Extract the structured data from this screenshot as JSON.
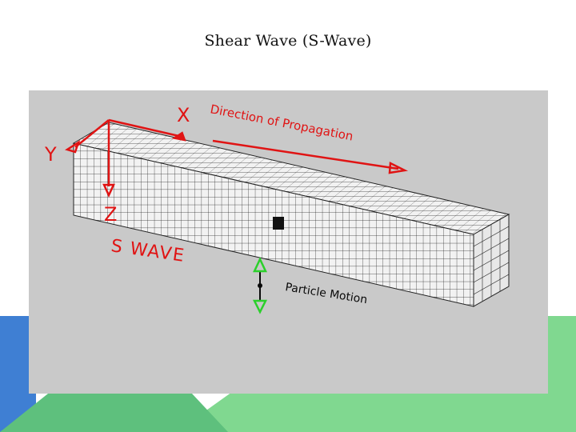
{
  "slide": {
    "title": "Shear Wave (S-Wave)",
    "colors": {
      "blue_accent": "#3f7fd3",
      "green_accent": "#5ec07d",
      "light_green_accent": "#80d890",
      "panel_background": "#c9c9c9"
    }
  },
  "diagram": {
    "axes": {
      "x": "X",
      "y": "Y",
      "z": "Z"
    },
    "direction_label": "Direction of Propagation",
    "wave_label": "S WAVE",
    "motion_label": "Particle Motion",
    "colors": {
      "axis": "#e01414",
      "wave_label": "#e01414",
      "motion": "#0a0a0a",
      "motion_arrow": "#2bd02b",
      "grid": "#222222",
      "block": "#f2f2f2"
    }
  }
}
